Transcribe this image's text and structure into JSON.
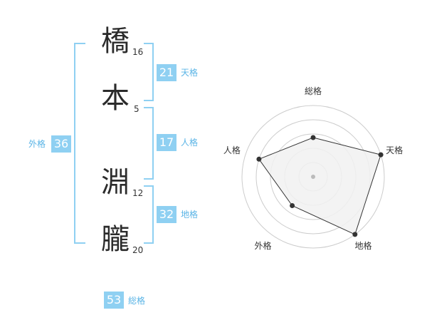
{
  "name": {
    "chars": [
      {
        "char": "橋",
        "strokes": "16"
      },
      {
        "char": "本",
        "strokes": "5"
      },
      {
        "char": "淵",
        "strokes": "12"
      },
      {
        "char": "朧",
        "strokes": "20"
      }
    ]
  },
  "kaku": {
    "tenkaku": {
      "value": "21",
      "label": "天格"
    },
    "jinkaku": {
      "value": "17",
      "label": "人格"
    },
    "chikaku": {
      "value": "32",
      "label": "地格"
    },
    "gaikaku": {
      "value": "36",
      "label": "外格"
    },
    "soukaku": {
      "value": "53",
      "label": "総格"
    }
  },
  "colors": {
    "accent": "#8fd0f2",
    "accent_text": "#5ab4e6",
    "radar_fill": "#f1f1f1",
    "radar_stroke": "#333333",
    "ring": "#cccccc"
  },
  "chart_data": {
    "type": "radar",
    "axes": [
      "総格",
      "天格",
      "地格",
      "外格",
      "人格"
    ],
    "values": [
      0.55,
      1.0,
      1.0,
      0.5,
      0.8
    ],
    "range": [
      0,
      1
    ],
    "rings": 5,
    "grid": true,
    "legend": false
  }
}
